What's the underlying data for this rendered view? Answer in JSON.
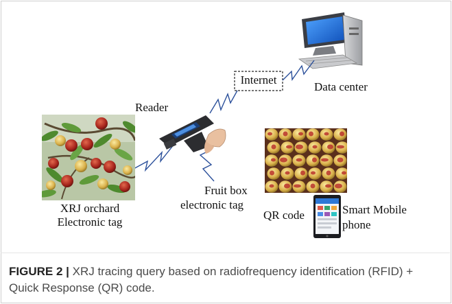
{
  "diagram": {
    "nodes": {
      "internet": "Internet",
      "data_center": "Data center",
      "reader": "Reader",
      "orchard_line1": "XRJ orchard",
      "orchard_line2": "Electronic tag",
      "fruit_box_line1": "Fruit box",
      "fruit_box_line2": "electronic tag",
      "qr_code": "QR code",
      "phone_line1": "Smart Mobile",
      "phone_line2": "phone"
    }
  },
  "caption": {
    "label": "FIGURE 2 |",
    "text": " XRJ tracing query based on radiofrequency identification (RFID) + Quick Response (QR) code."
  },
  "colors": {
    "monitor_screen": "#1f6fd1",
    "fruit_red": "#b8322a",
    "fruit_yellow": "#e9c45a",
    "leaf_green": "#4e8a2e",
    "signal_line": "#2a4f9a"
  }
}
